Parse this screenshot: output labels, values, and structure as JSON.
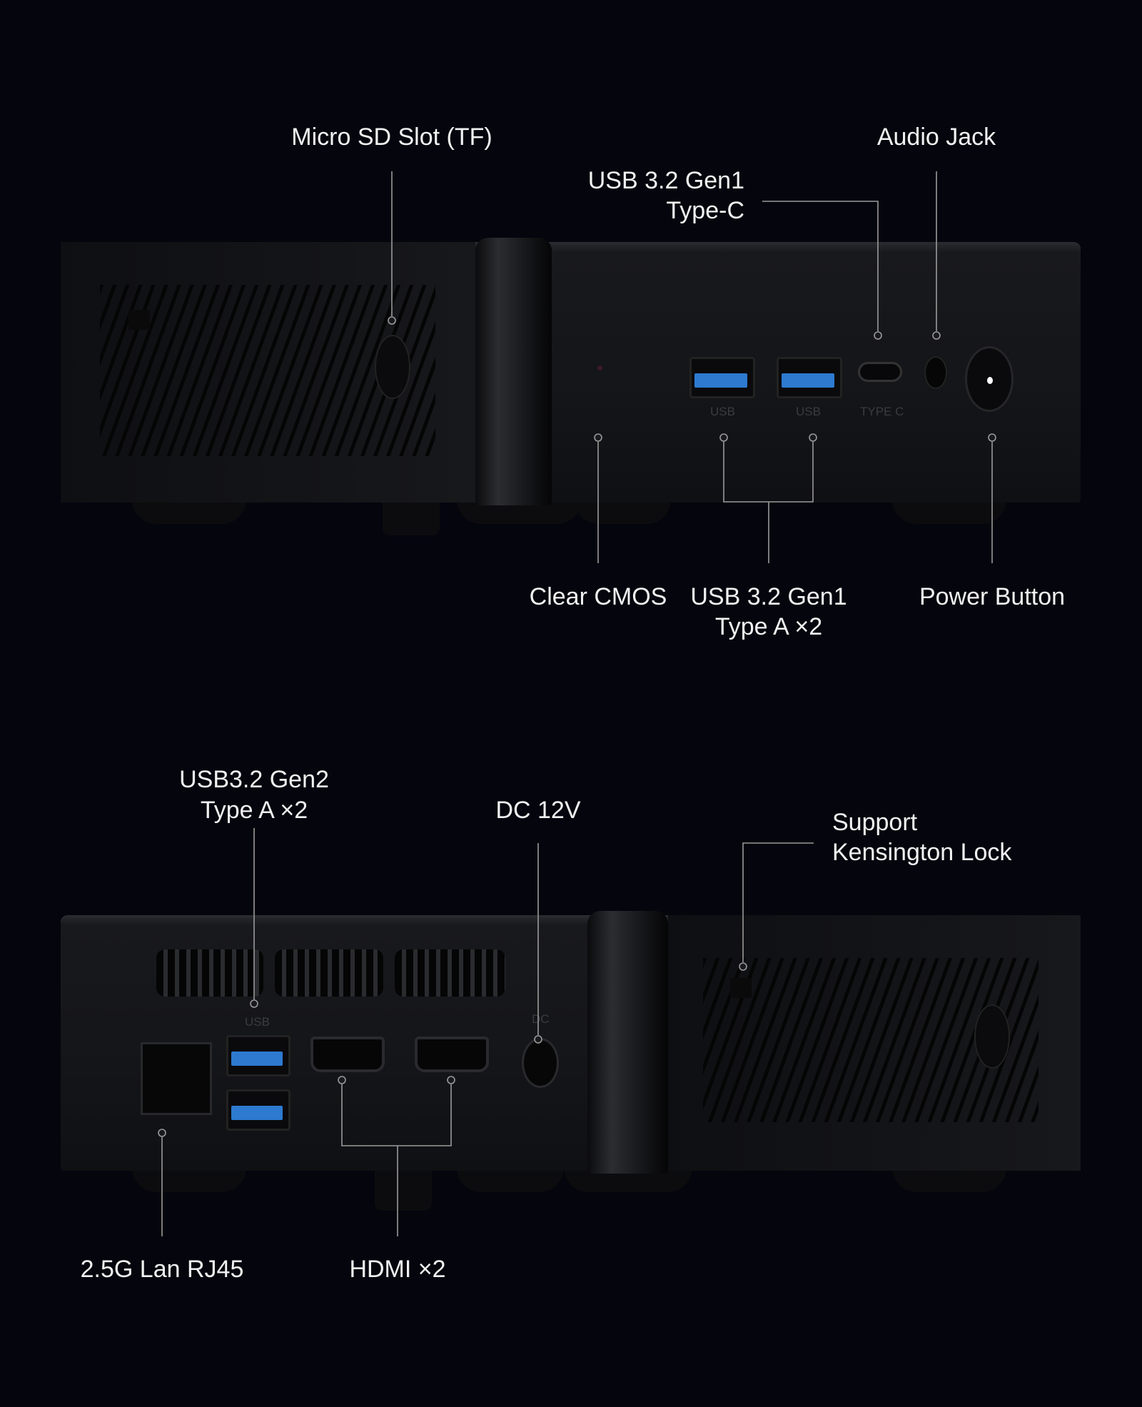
{
  "front_view": {
    "labels": {
      "micro_sd": "Micro SD Slot (TF)",
      "audio_jack": "Audio Jack",
      "usb_c_line1": "USB 3.2 Gen1",
      "usb_c_line2": "Type-C",
      "clear_cmos": "Clear CMOS",
      "usb_a_line1": "USB 3.2 Gen1",
      "usb_a_line2": "Type A  ×2",
      "power_button": "Power Button"
    },
    "port_markings": {
      "usb1": "USB",
      "usb2": "USB",
      "type_c": "TYPE C"
    }
  },
  "rear_view": {
    "labels": {
      "usb_gen2_line1": "USB3.2 Gen2",
      "usb_gen2_line2": "Type A ×2",
      "dc": "DC 12V",
      "kensington_line1": "Support",
      "kensington_line2": "Kensington Lock",
      "lan": "2.5G Lan RJ45",
      "hdmi": "HDMI ×2"
    },
    "port_markings": {
      "usb": "USB",
      "dc": "DC"
    }
  },
  "colors": {
    "background": "#04050d",
    "usb_blue": "#2d7ad0",
    "leader_line": "#9a9a9a"
  }
}
